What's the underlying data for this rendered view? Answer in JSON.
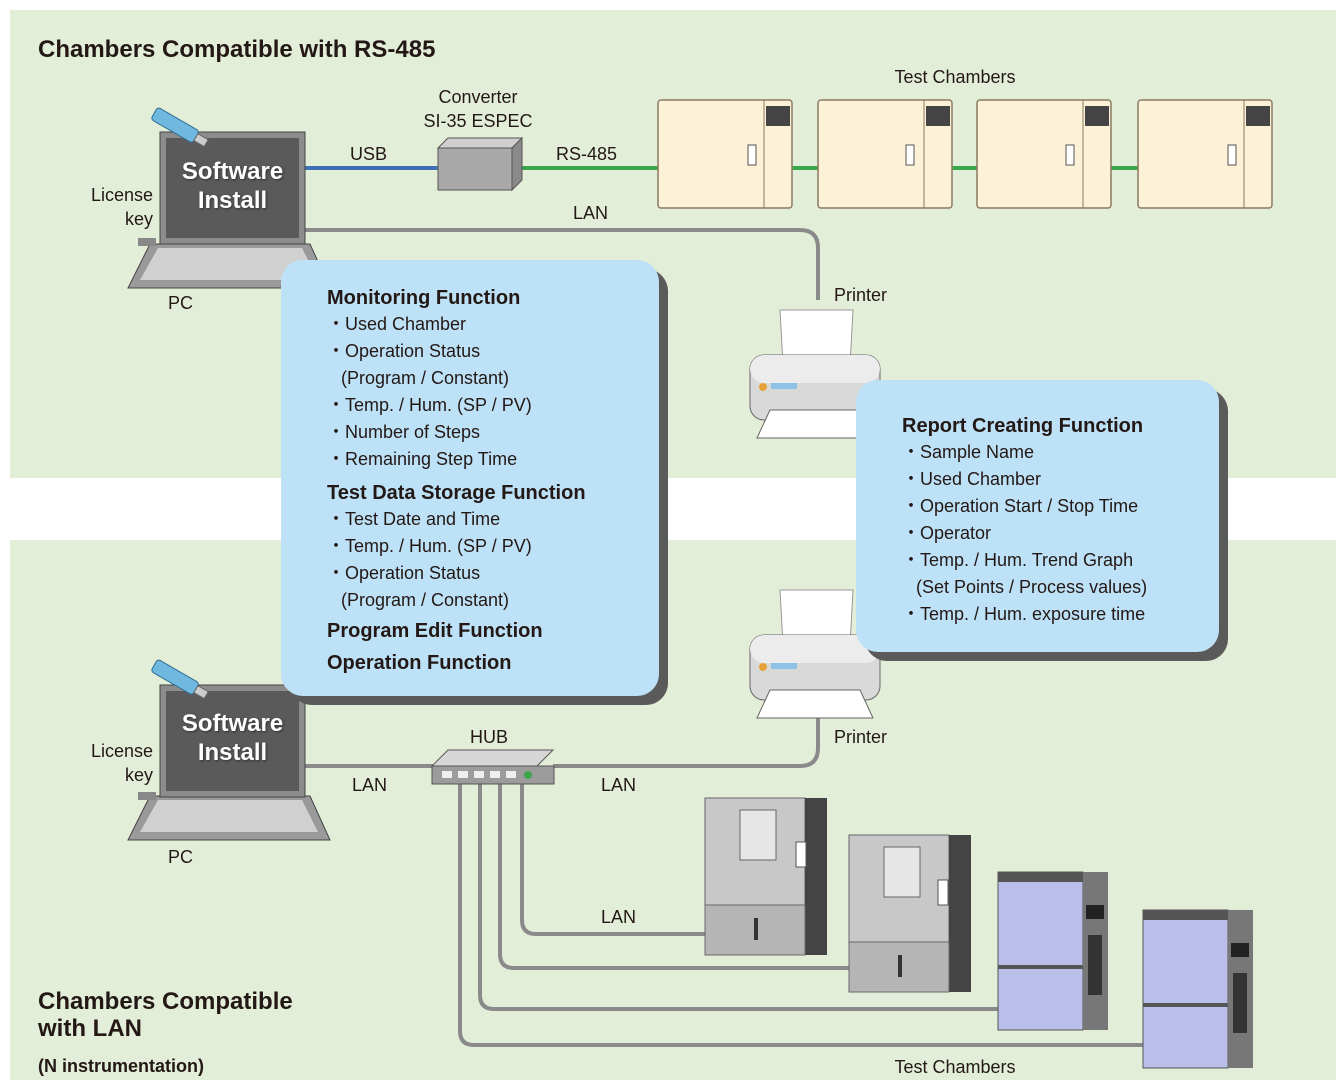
{
  "top_section": {
    "title": "Chambers Compatible with RS-485",
    "test_chambers_label": "Test Chambers",
    "converter_label_1": "Converter",
    "converter_label_2": "SI-35 ESPEC",
    "usb_label": "USB",
    "rs485_label": "RS-485",
    "lan_label": "LAN",
    "pc_label": "PC",
    "license_label_1": "License",
    "license_label_2": "key",
    "software_label_1": "Software",
    "software_label_2": "Install",
    "printer_label": "Printer"
  },
  "bottom_section": {
    "title_1": "Chambers Compatible",
    "title_2": "with LAN",
    "subtitle": "(N instrumentation)",
    "hub_label": "HUB",
    "lan_label_pc": "LAN",
    "lan_label_printer": "LAN",
    "lan_label_chamber": "LAN",
    "pc_label": "PC",
    "license_label_1": "License",
    "license_label_2": "key",
    "software_label_1": "Software",
    "software_label_2": "Install",
    "printer_label": "Printer",
    "test_chambers_label": "Test Chambers"
  },
  "functions_panel": {
    "monitoring": {
      "title": "Monitoring Function",
      "items": [
        "Used Chamber",
        "Operation Status",
        "(Program / Constant)",
        "Temp. / Hum. (SP / PV)",
        "Number of Steps",
        "Remaining Step Time"
      ]
    },
    "storage": {
      "title": "Test Data Storage Function",
      "items": [
        "Test Date and Time",
        "Temp. / Hum. (SP / PV)",
        "Operation Status",
        "(Program / Constant)"
      ]
    },
    "program_edit": "Program Edit Function",
    "operation": "Operation Function"
  },
  "report_panel": {
    "title": "Report Creating Function",
    "items": [
      "Sample Name",
      "Used Chamber",
      "Operation Start / Stop Time",
      "Operator",
      "Temp. / Hum. Trend Graph",
      "(Set Points / Process values)",
      "Temp. / Hum. exposure time"
    ]
  },
  "colors": {
    "band": "#e3eed8",
    "panel": "#bde1f6",
    "usb_line": "#3f6fb5",
    "rs485_line": "#3aa64a",
    "lan_line": "#8a8a8a"
  }
}
